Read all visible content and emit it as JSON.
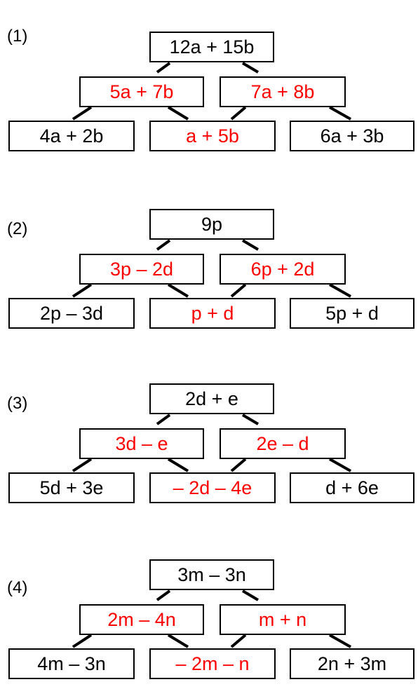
{
  "pyramids": [
    {
      "label": "(1)",
      "top": "12a + 15b",
      "middle": [
        "5a + 7b",
        "7a + 8b"
      ],
      "bottom": [
        "4a + 2b",
        "a + 5b",
        "6a + 3b"
      ]
    },
    {
      "label": "(2)",
      "top": "9p",
      "middle": [
        "3p – 2d",
        "6p + 2d"
      ],
      "bottom": [
        "2p – 3d",
        "p + d",
        "5p + d"
      ]
    },
    {
      "label": "(3)",
      "top": "2d + e",
      "middle": [
        "3d – e",
        "2e – d"
      ],
      "bottom": [
        "5d + 3e",
        "– 2d – 4e",
        "d + 6e"
      ]
    },
    {
      "label": "(4)",
      "top": "3m – 3n",
      "middle": [
        "2m – 4n",
        "m + n"
      ],
      "bottom": [
        "4m – 3n",
        "– 2m – n",
        "2n + 3m"
      ]
    }
  ],
  "colors": {
    "given": "#000000",
    "answer": "#ff0000"
  }
}
